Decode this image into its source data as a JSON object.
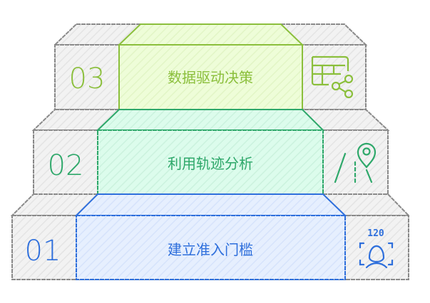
{
  "steps": [
    {
      "number": "03",
      "label": "数据驱动决策",
      "icon": "table-share-icon",
      "color": "#8bbf3c",
      "fill": "#eefdd8"
    },
    {
      "number": "02",
      "label": "利用轨迹分析",
      "icon": "route-location-icon",
      "color": "#2ea86a",
      "fill": "#dcfcec"
    },
    {
      "number": "01",
      "label": "建立准入门槛",
      "icon": "face-recognition-icon",
      "color": "#2e6fdc",
      "fill": "#e3edfe",
      "icon_text": "120"
    }
  ]
}
